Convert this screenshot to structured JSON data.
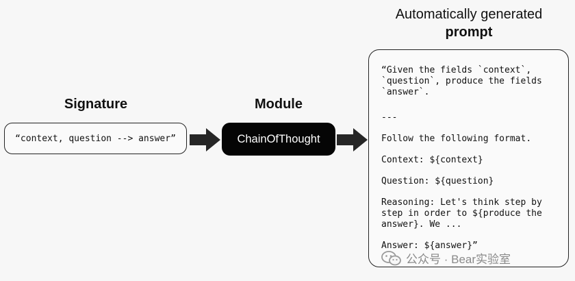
{
  "signature": {
    "title": "Signature",
    "text": "“context, question --> answer”"
  },
  "module": {
    "title": "Module",
    "text": "ChainOfThought"
  },
  "prompt": {
    "title_line1": "Automatically generated",
    "title_line2": "prompt",
    "lines": [
      "“Given the fields `context`,",
      "`question`, produce the fields",
      "`answer`.",
      "---",
      "Follow the following format.",
      "Context: ${context}",
      "Question: ${question}",
      "Reasoning: Let's think step by",
      "step in order to ${produce the",
      "answer}. We ...",
      "Answer: ${answer}”"
    ]
  },
  "watermark": {
    "text": "公众号 · Bear实验室",
    "icon": "wechat-icon"
  },
  "colors": {
    "background": "#f7f7f7",
    "module_fill": "#050505",
    "arrow_fill": "#262626",
    "stroke": "#222222"
  }
}
